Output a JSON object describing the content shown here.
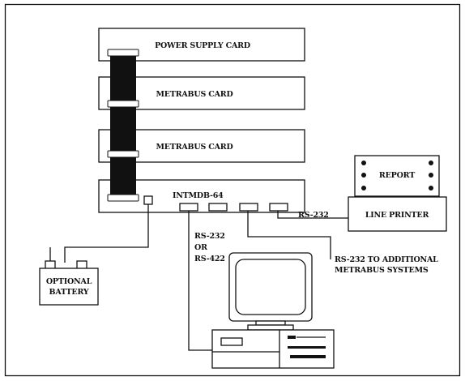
{
  "cards": {
    "power_supply": "POWER SUPPLY CARD",
    "metrabus_1": "METRABUS CARD",
    "metrabus_2": "METRABUS CARD",
    "intmdb": "INTMDB-64"
  },
  "devices": {
    "report": "REPORT",
    "line_printer": "LINE PRINTER",
    "battery_line1": "OPTIONAL",
    "battery_line2": "BATTERY"
  },
  "connections": {
    "printer_link": "RS-232",
    "pc_link_line1": "RS-232",
    "pc_link_line2": "OR",
    "pc_link_line3": "RS-422",
    "expansion_line1": "RS-232 TO ADDITIONAL",
    "expansion_line2": "METRABUS SYSTEMS"
  }
}
